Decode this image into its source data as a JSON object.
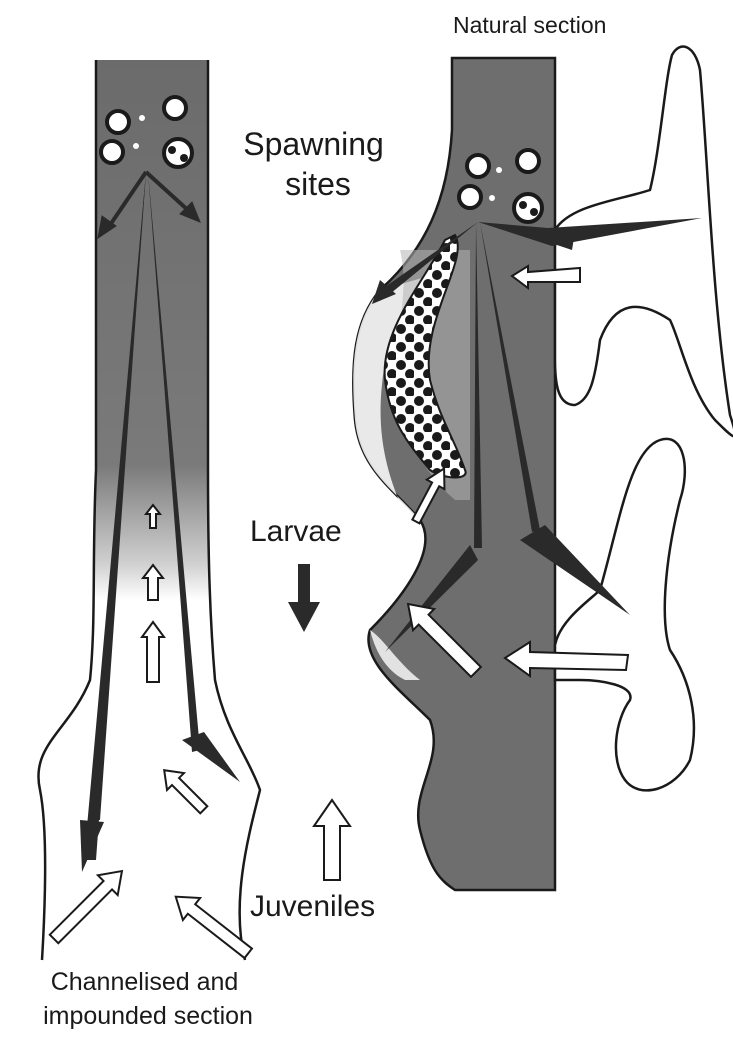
{
  "labels": {
    "natural_section": "Natural section",
    "spawning_sites": [
      "Spawning",
      "sites"
    ],
    "larvae": "Larvae",
    "juveniles": "Juveniles",
    "channelised_section": [
      "Channelised and",
      "impounded section"
    ]
  },
  "colors": {
    "river_fill": "#6e6e6e",
    "river_light": "#bdbdbd",
    "outline": "#1a1a1a",
    "arrow_dark": "#2a2a2a",
    "arrow_open_fill": "#ffffff",
    "background": "#ffffff"
  },
  "symbols": {
    "spawning_icon": "egg-cluster-icon",
    "larvae_arrow": "dark-down-arrow-icon",
    "juvenile_arrow": "open-up-arrow-icon"
  }
}
